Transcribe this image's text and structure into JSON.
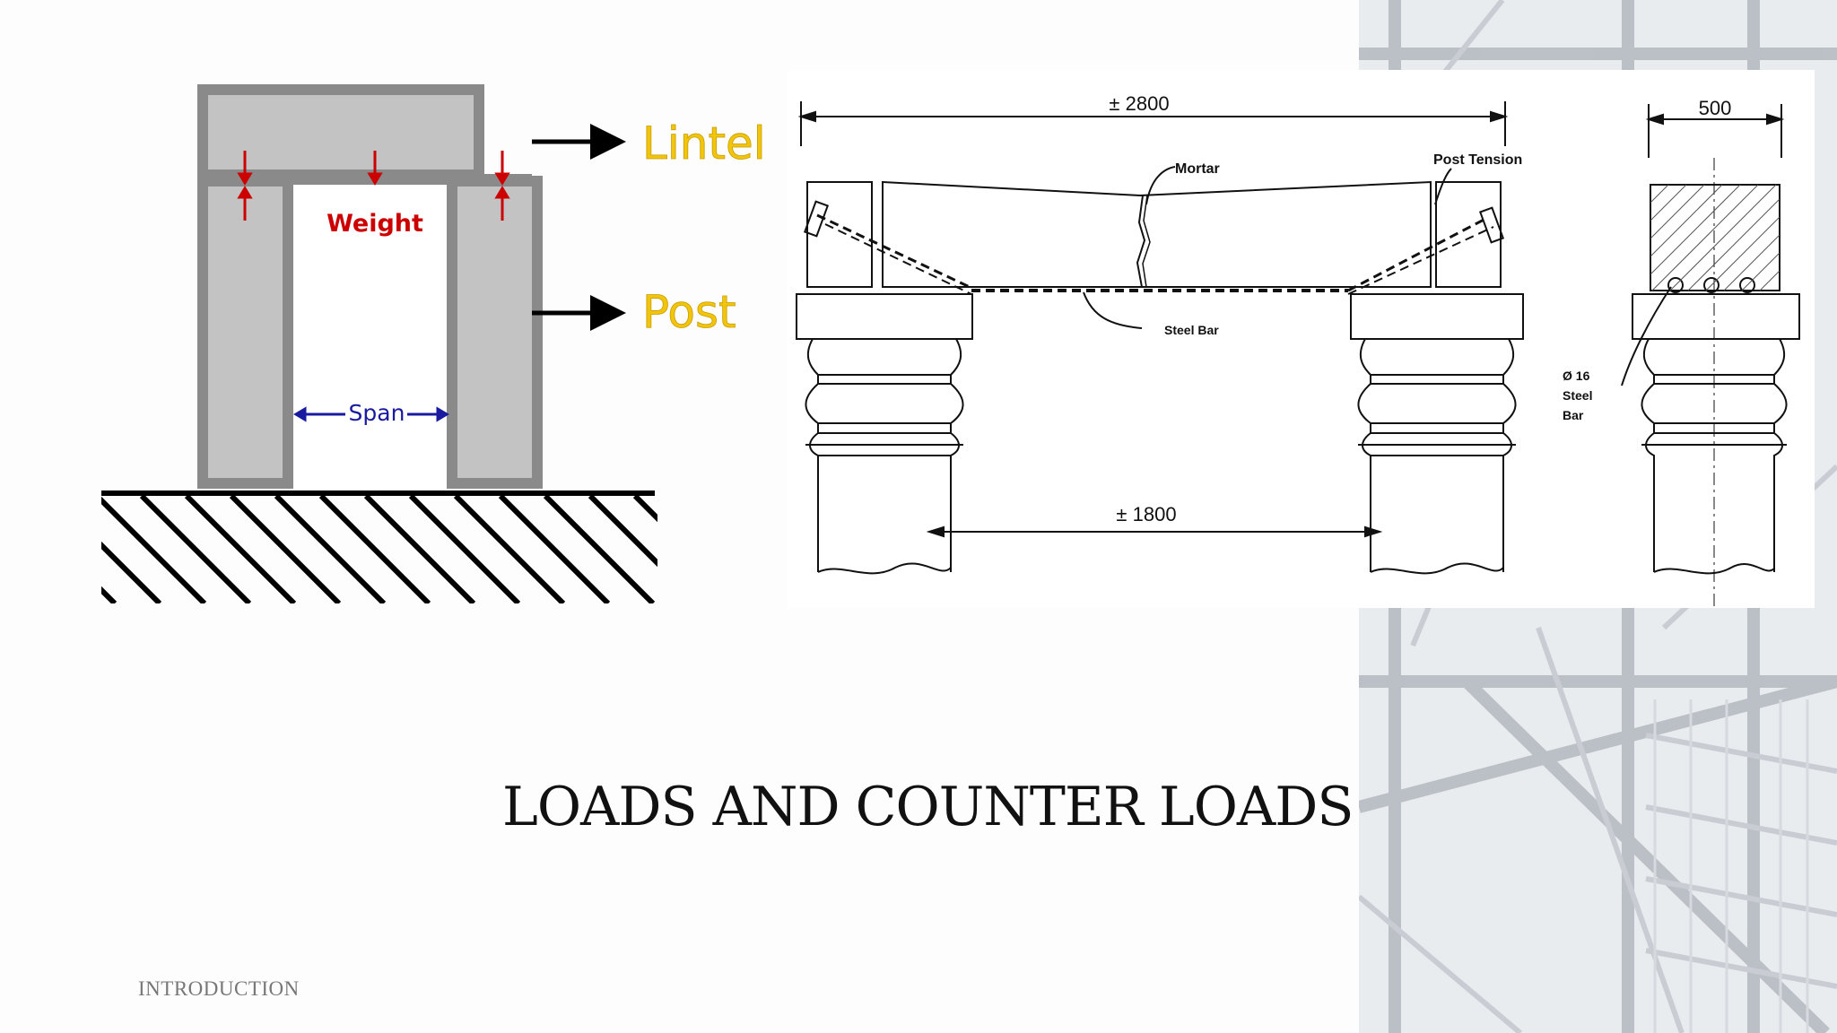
{
  "slide": {
    "title": "LOADS AND COUNTER LOADS",
    "footer": "INTRODUCTION"
  },
  "lintel_diagram": {
    "label_lintel": "Lintel",
    "label_post": "Post",
    "label_weight": "Weight",
    "label_span": "Span",
    "colors": {
      "member_fill": "#c3c3c3",
      "member_stroke": "#8a8a8a",
      "label": "#f2c50c",
      "weight": "#cc0000",
      "span": "#1a1aa0"
    }
  },
  "technical_drawing": {
    "dim_overall": "± 2800",
    "dim_clear": "± 1800",
    "dim_width": "500",
    "label_mortar": "Mortar",
    "label_post_tension": "Post Tension",
    "label_steel_bar": "Steel Bar",
    "label_bar_spec_1": "Ø 16",
    "label_bar_spec_2": "Steel",
    "label_bar_spec_3": "Bar"
  }
}
